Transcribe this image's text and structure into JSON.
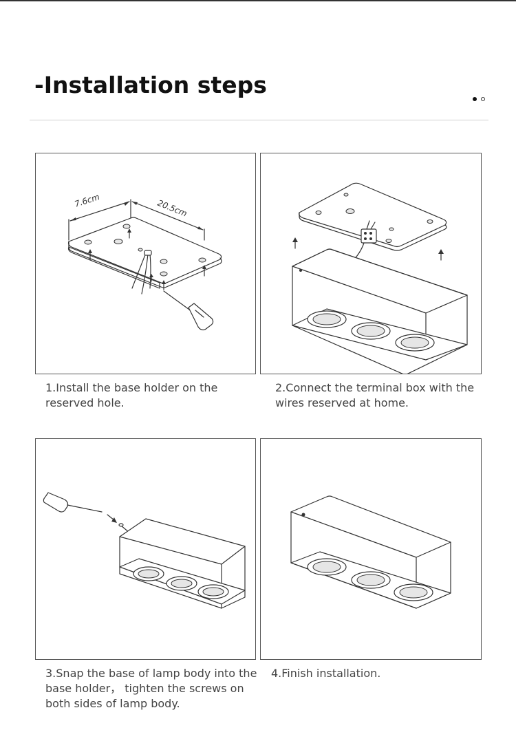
{
  "page": {
    "title": "-Installation steps"
  },
  "steps": [
    {
      "caption_lines": [
        "1.Install the base holder on the",
        "reserved hole."
      ],
      "dimensions": {
        "width_label": "7.6cm",
        "length_label": "20.5cm"
      }
    },
    {
      "caption_lines": [
        "2.Connect the terminal box with the",
        " wires reserved at home."
      ]
    },
    {
      "caption_lines": [
        "3.Snap the base of lamp body into the",
        "base holder， tighten the screws on",
        "both sides of lamp body."
      ]
    },
    {
      "caption_lines": [
        "4.Finish installation."
      ]
    }
  ],
  "icons": {
    "pager": [
      "pager-dot-active-icon",
      "pager-dot-inactive-icon"
    ]
  }
}
